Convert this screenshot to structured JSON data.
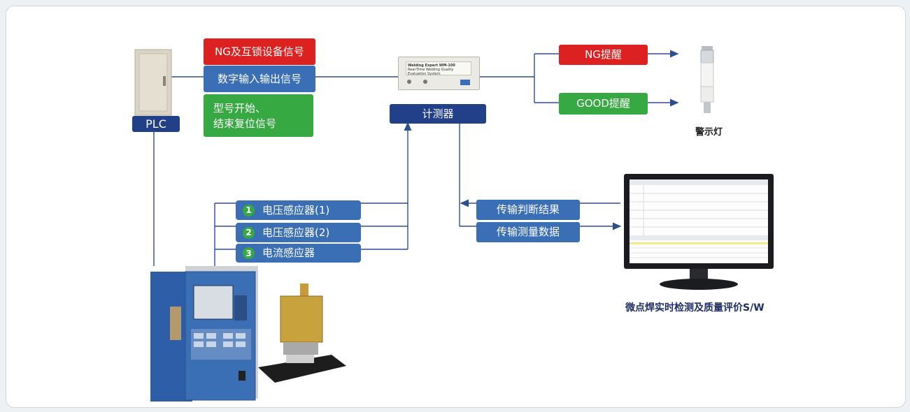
{
  "plc": {
    "label": "PLC"
  },
  "signals": {
    "ng_interlock": "NG及互锁设备信号",
    "digital_io": "数字输入输出信号",
    "model_start_end": [
      "型号开始、",
      "结束复位信号"
    ]
  },
  "meter": {
    "label": "计测器"
  },
  "meter_device": {
    "title": "Welding Expert WM-100",
    "subtitle": "Real-Time Welding Quality Evaluation System"
  },
  "alerts": {
    "ng": "NG提醒",
    "good": "GOOD提醒"
  },
  "warning_light": {
    "caption": "警示灯"
  },
  "sensors": [
    {
      "num": "1",
      "label": "电压感应器(1)"
    },
    {
      "num": "2",
      "label": "电压感应器(2)"
    },
    {
      "num": "3",
      "label": "电流感应器"
    }
  ],
  "transfers": {
    "judgement": "传输判断结果",
    "measurement": "传输测量数据"
  },
  "software": {
    "caption": "微点焊实时检测及质量评价S/W"
  },
  "colors": {
    "red": "#dd2020",
    "blue": "#3a6fb6",
    "green": "#37a943",
    "navy": "#223f8a",
    "wire": "#2d4f8e"
  }
}
